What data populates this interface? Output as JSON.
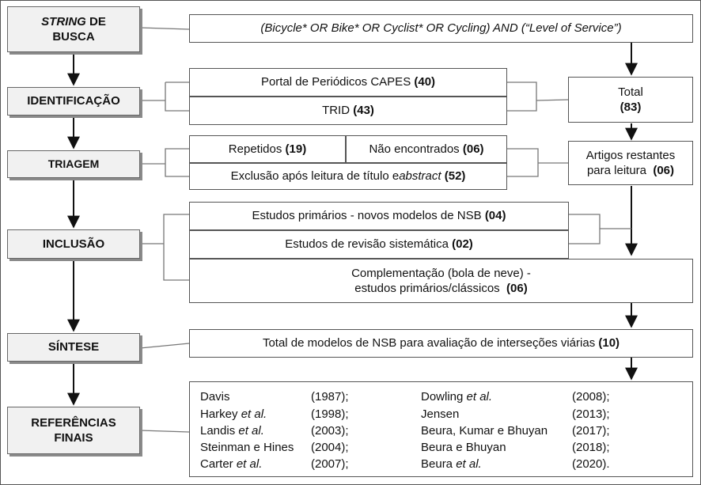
{
  "stages": {
    "string": {
      "italic": "STRING",
      "rest": " DE",
      "line2": "BUSCA"
    },
    "identificacao": "IDENTIFICAÇÃO",
    "triagem": "TRIAGEM",
    "inclusao": "INCLUSÃO",
    "sintese": "SÍNTESE",
    "referencias": {
      "line1": "REFERÊNCIAS",
      "line2": "FINAIS"
    }
  },
  "search_string": "(Bicycle* OR Bike* OR Cyclist* OR Cycling) AND (“Level of Service”)",
  "identificacao": {
    "capes": {
      "label": "Portal de Periódicos CAPES ",
      "count": "(40)"
    },
    "trid": {
      "label": "TRID ",
      "count": "(43)"
    },
    "total": {
      "label": "Total",
      "count": "(83)"
    }
  },
  "triagem": {
    "repetidos": {
      "label": "Repetidos ",
      "count": "(19)"
    },
    "nao_encontrados": {
      "label": "Não encontrados ",
      "count": "(06)"
    },
    "exclusao": {
      "pre": "Exclusão após leitura de título e ",
      "italic": "abstract",
      "count": "(52)"
    },
    "restantes": {
      "line1": "Artigos restantes",
      "line2": "para leitura ",
      "count": "(06)"
    }
  },
  "inclusao": {
    "primarios": {
      "label": "Estudos primários - novos modelos de NSB ",
      "count": "(04)"
    },
    "revisao": {
      "label": "Estudos de revisão sistemática ",
      "count": "(02)"
    },
    "complementacao": {
      "line1": "Complementação (bola de neve) -",
      "line2": "estudos primários/clássicos ",
      "count": "(06)"
    }
  },
  "sintese": {
    "label": "Total de modelos de NSB para avaliação de interseções viárias ",
    "count": "(10)"
  },
  "referencias": {
    "left": [
      {
        "name": "Davis",
        "etal": "",
        "year": "(1987);"
      },
      {
        "name": "Harkey ",
        "etal": "et al.",
        "year": "(1998);"
      },
      {
        "name": "Landis ",
        "etal": "et al.",
        "year": "(2003);"
      },
      {
        "name": "Steinman e Hines",
        "etal": "",
        "year": "(2004);"
      },
      {
        "name": "Carter ",
        "etal": "et al.",
        "year": "(2007);"
      }
    ],
    "right": [
      {
        "name": "Dowling ",
        "etal": "et al.",
        "year": "(2008);"
      },
      {
        "name": "Jensen",
        "etal": "",
        "year": "(2013);"
      },
      {
        "name": "Beura, Kumar e Bhuyan",
        "etal": "",
        "year": "(2017);"
      },
      {
        "name": "Beura e Bhuyan",
        "etal": "",
        "year": "(2018);"
      },
      {
        "name": "Beura ",
        "etal": "et al.",
        "year": "(2020)."
      }
    ]
  }
}
